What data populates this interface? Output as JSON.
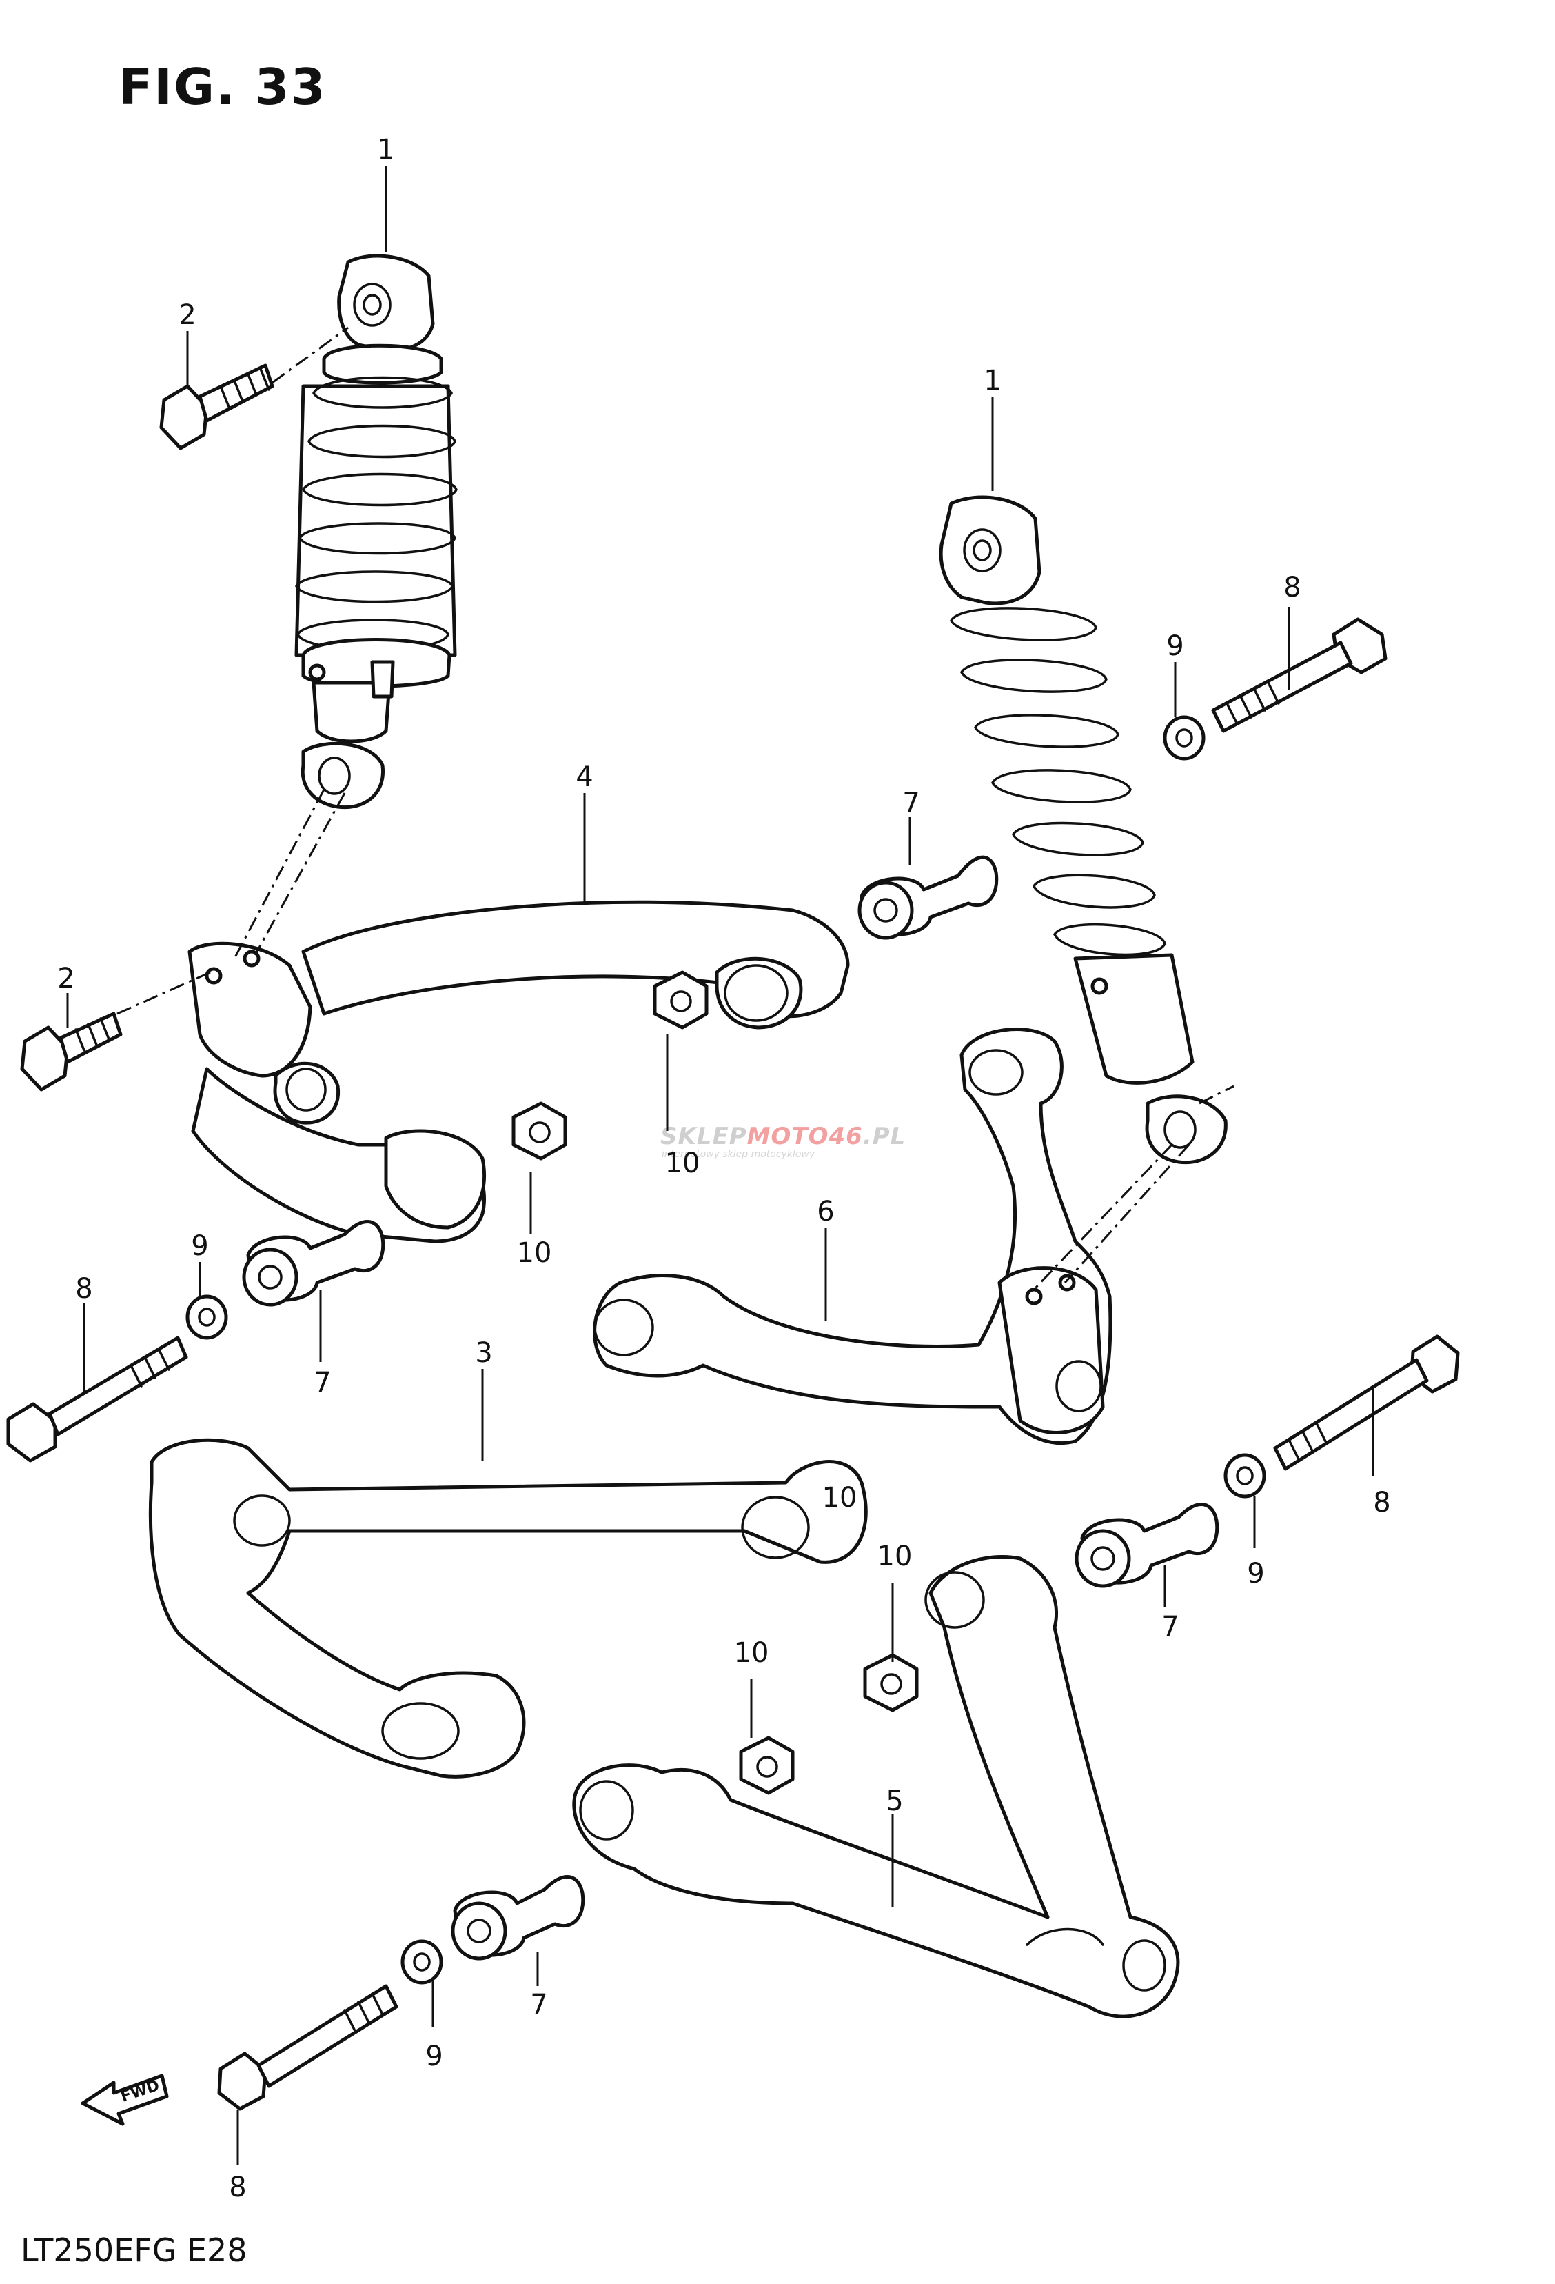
{
  "figure": {
    "title": "FIG. 33",
    "model_code": "LT250EFG  E28"
  },
  "watermark": {
    "brand_main": "SKLEP",
    "brand_accent": "MOTO46",
    "brand_suffix": ".PL",
    "tagline": "internetowy sklep motocyklowy"
  },
  "direction_indicator": {
    "label": "FWD"
  },
  "callouts": [
    "1",
    "2",
    "1",
    "8",
    "9",
    "7",
    "4",
    "2",
    "10",
    "10",
    "9",
    "8",
    "7",
    "10",
    "6",
    "3",
    "8",
    "9",
    "7",
    "10",
    "10",
    "5",
    "7",
    "9",
    "8"
  ]
}
